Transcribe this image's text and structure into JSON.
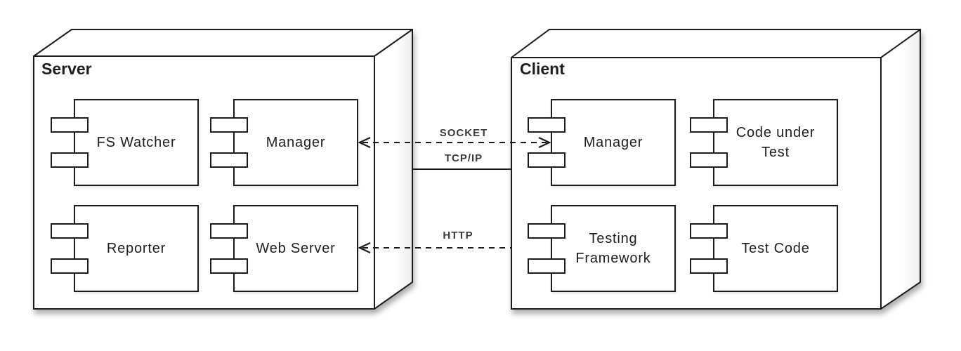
{
  "server": {
    "title": "Server",
    "components": {
      "fs_watcher": "FS Watcher",
      "manager": "Manager",
      "reporter": "Reporter",
      "web_server": "Web Server"
    }
  },
  "client": {
    "title": "Client",
    "components": {
      "manager": "Manager",
      "code_under_test": "Code under Test",
      "testing_framework": "Testing Framework",
      "test_code": "Test Code"
    }
  },
  "connectors": {
    "socket": {
      "label": "SOCKET",
      "protocol": "TCP/IP"
    },
    "http": {
      "label": "HTTP"
    }
  },
  "colors": {
    "stroke": "#1c1c1c",
    "text": "#1e1e1e",
    "label": "#3b3b3b",
    "bg": "#ffffff"
  }
}
